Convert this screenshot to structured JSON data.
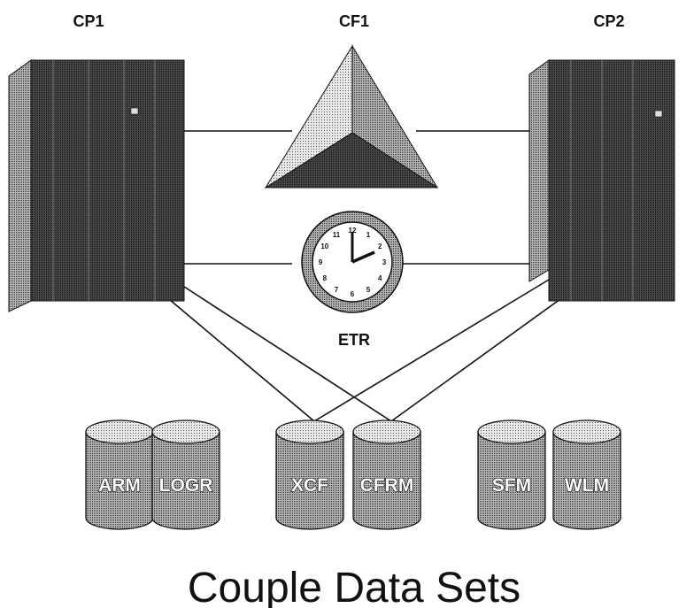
{
  "labels": {
    "cp1": "CP1",
    "cf1": "CF1",
    "cp2": "CP2",
    "etr": "ETR"
  },
  "clock": {
    "numbers": [
      "12",
      "1",
      "2",
      "3",
      "4",
      "5",
      "6",
      "7",
      "8",
      "9",
      "10",
      "11"
    ]
  },
  "data_sets": {
    "left": [
      "ARM",
      "LOGR"
    ],
    "middle": [
      "XCF",
      "CFRM"
    ],
    "right": [
      "SFM",
      "WLM"
    ]
  },
  "caption": "Couple Data Sets"
}
